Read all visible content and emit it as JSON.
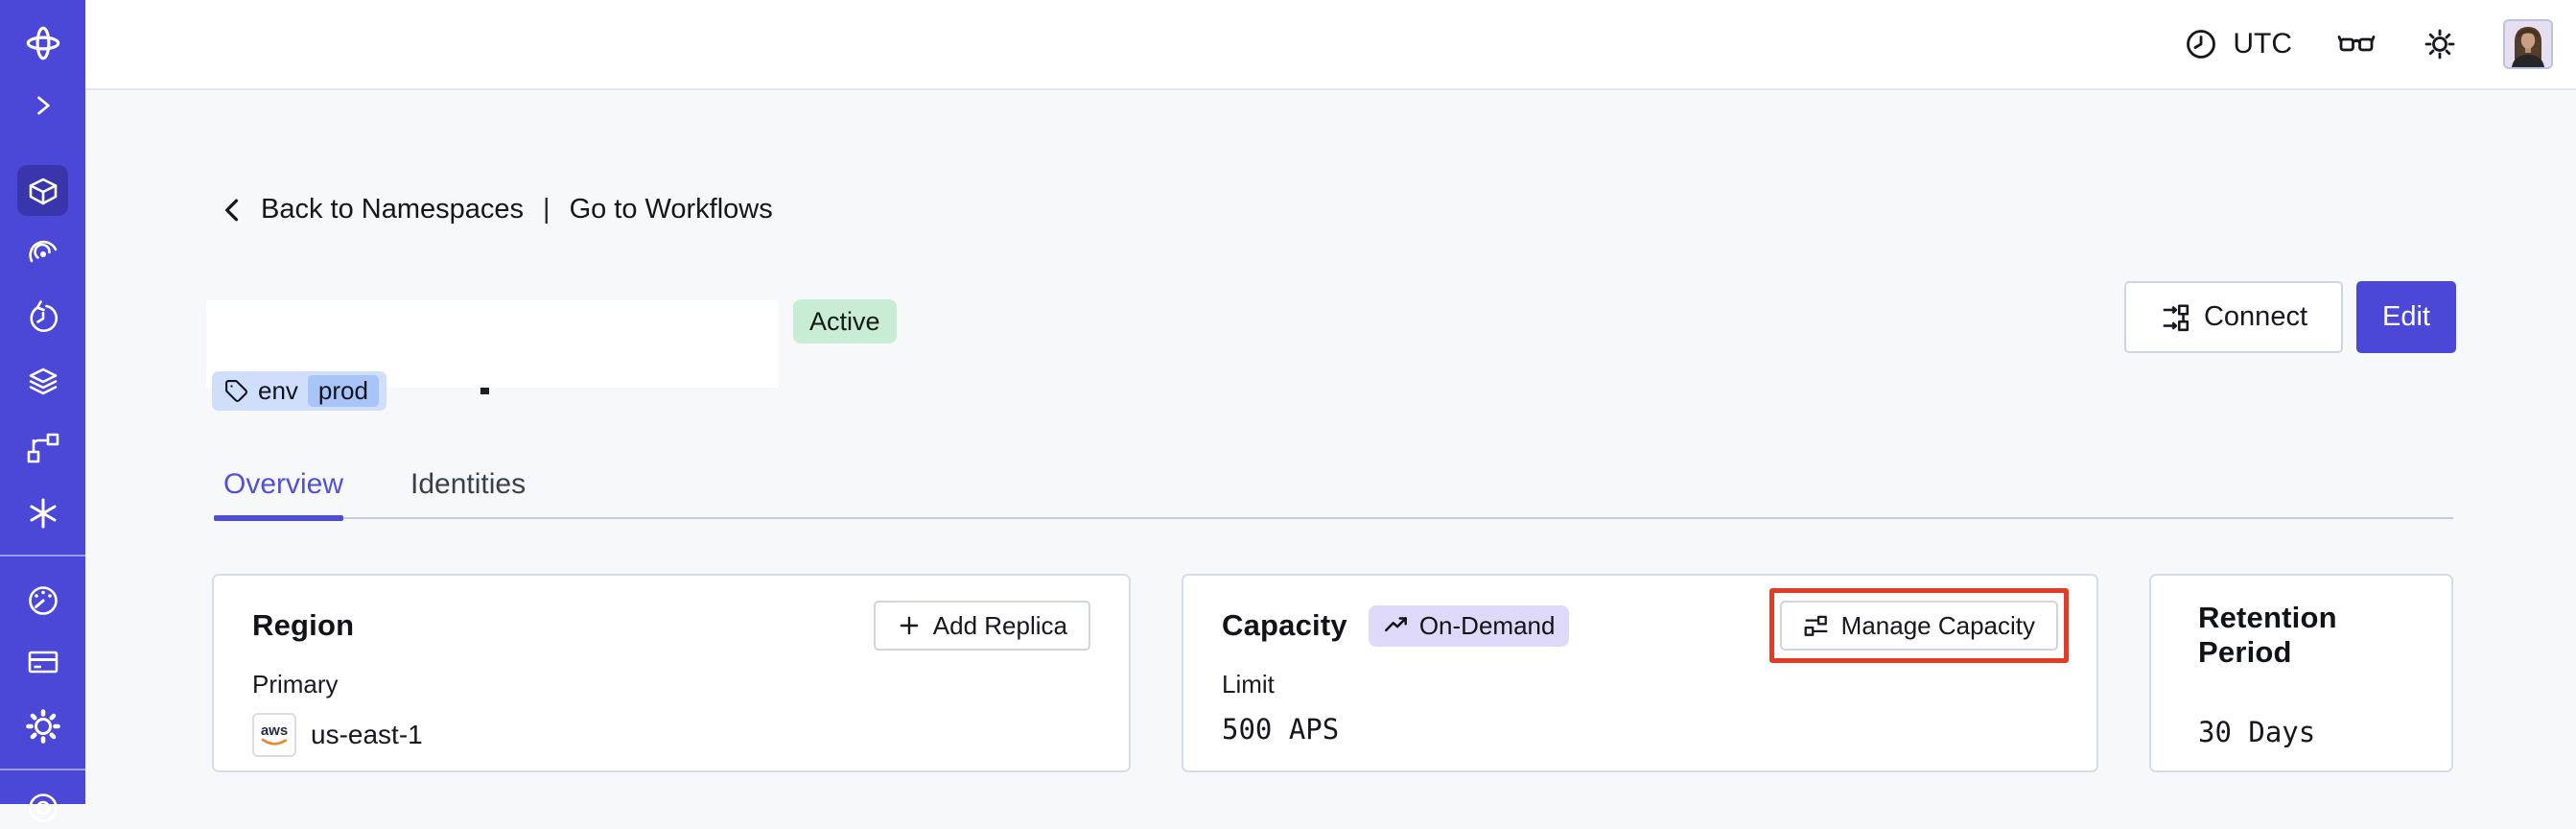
{
  "topbar": {
    "timezone": "UTC",
    "icons": [
      "clock-icon",
      "glasses-icon",
      "sun-icon",
      "avatar"
    ]
  },
  "sidebar": {
    "icons": [
      "temporal-logo",
      "expand-chevron-icon",
      "namespaces-cube-icon",
      "nexus-icon",
      "schedules-clock-icon",
      "deployments-layers-icon",
      "pipelines-branch-icon",
      "batch-asterisk-icon",
      "usage-gauge-icon",
      "billing-card-icon",
      "settings-gear-icon",
      "support-icon"
    ],
    "active_item": "namespaces-cube-icon"
  },
  "breadcrumb": {
    "back_label": "Back to Namespaces",
    "separator": "|",
    "forward_label": "Go to Workflows"
  },
  "namespace_header": {
    "title_redacted": "",
    "status_badge": "Active",
    "tag": {
      "key": "env",
      "value": "prod"
    },
    "connect_button": "Connect",
    "edit_button": "Edit"
  },
  "tabs": [
    {
      "label": "Overview",
      "active": true
    },
    {
      "label": "Identities",
      "active": false
    }
  ],
  "cards": {
    "region": {
      "title": "Region",
      "add_replica_button": "Add Replica",
      "primary_label": "Primary",
      "provider_badge": "aws",
      "value": "us-east-1"
    },
    "capacity": {
      "title": "Capacity",
      "mode_badge": "On-Demand",
      "manage_button": "Manage Capacity",
      "limit_label": "Limit",
      "value": "500 APS"
    },
    "retention": {
      "title": "Retention Period",
      "value": "30 Days"
    }
  },
  "colors": {
    "sidebar": "#4b48d7",
    "sidebar_active_tile": "#3936ac",
    "accent_indigo": "#4b48d7",
    "active_badge_bg": "#c9edd4",
    "ondemand_badge_bg": "#ded9f8",
    "tag_bg": "#cedefb",
    "tag_inner_bg": "#a9c4f7",
    "annotation_red": "#e53b25",
    "page_bg": "#f7f8fa",
    "card_border": "#d8dce4",
    "aws_orange": "#e8872a"
  }
}
